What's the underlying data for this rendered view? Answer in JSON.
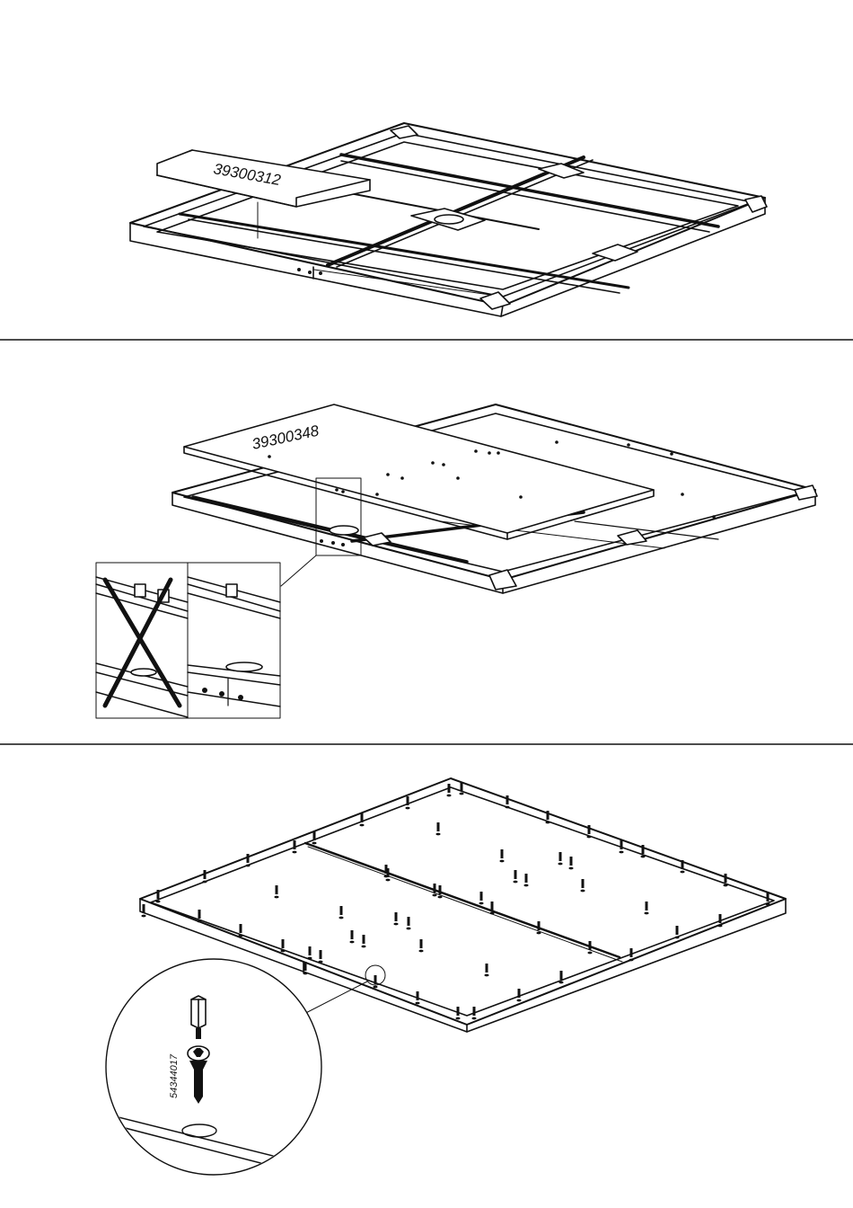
{
  "steps": [
    {
      "part_number": "39300312"
    },
    {
      "part_number": "39300348"
    },
    {
      "part_number": "54344017"
    }
  ],
  "colors": {
    "ink": "#111111",
    "background": "#ffffff"
  }
}
